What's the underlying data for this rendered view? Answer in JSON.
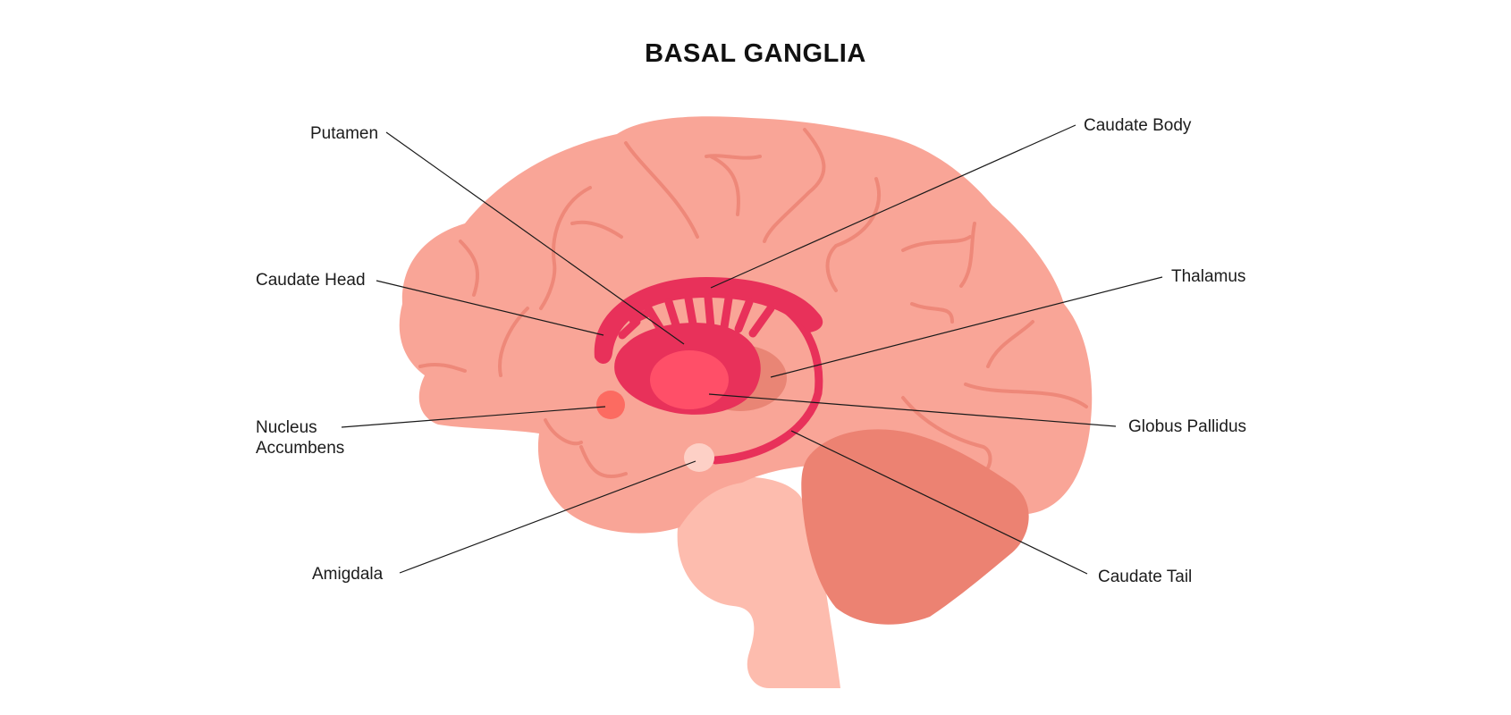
{
  "title": "BASAL GANGLIA",
  "labels": {
    "putamen": "Putamen",
    "caudate_body": "Caudate Body",
    "caudate_head": "Caudate Head",
    "thalamus": "Thalamus",
    "nucleus_accumbens_line1": "Nucleus",
    "nucleus_accumbens_line2": "Accumbens",
    "globus_pallidus": "Globus Pallidus",
    "amigdala": "Amigdala",
    "caudate_tail": "Caudate Tail"
  },
  "colors": {
    "cerebrum": "#f9a597",
    "sulci": "#ee8879",
    "cerebellum": "#ec8272",
    "brainstem": "#fdbcae",
    "striatum": "#e8315a",
    "globus_pallidus": "#ff4f68",
    "thalamus": "#e98575",
    "nucleus_accumbens": "#fc6b61",
    "amygdala": "#fdd0c6",
    "leader_line": "#1a1a1a"
  }
}
